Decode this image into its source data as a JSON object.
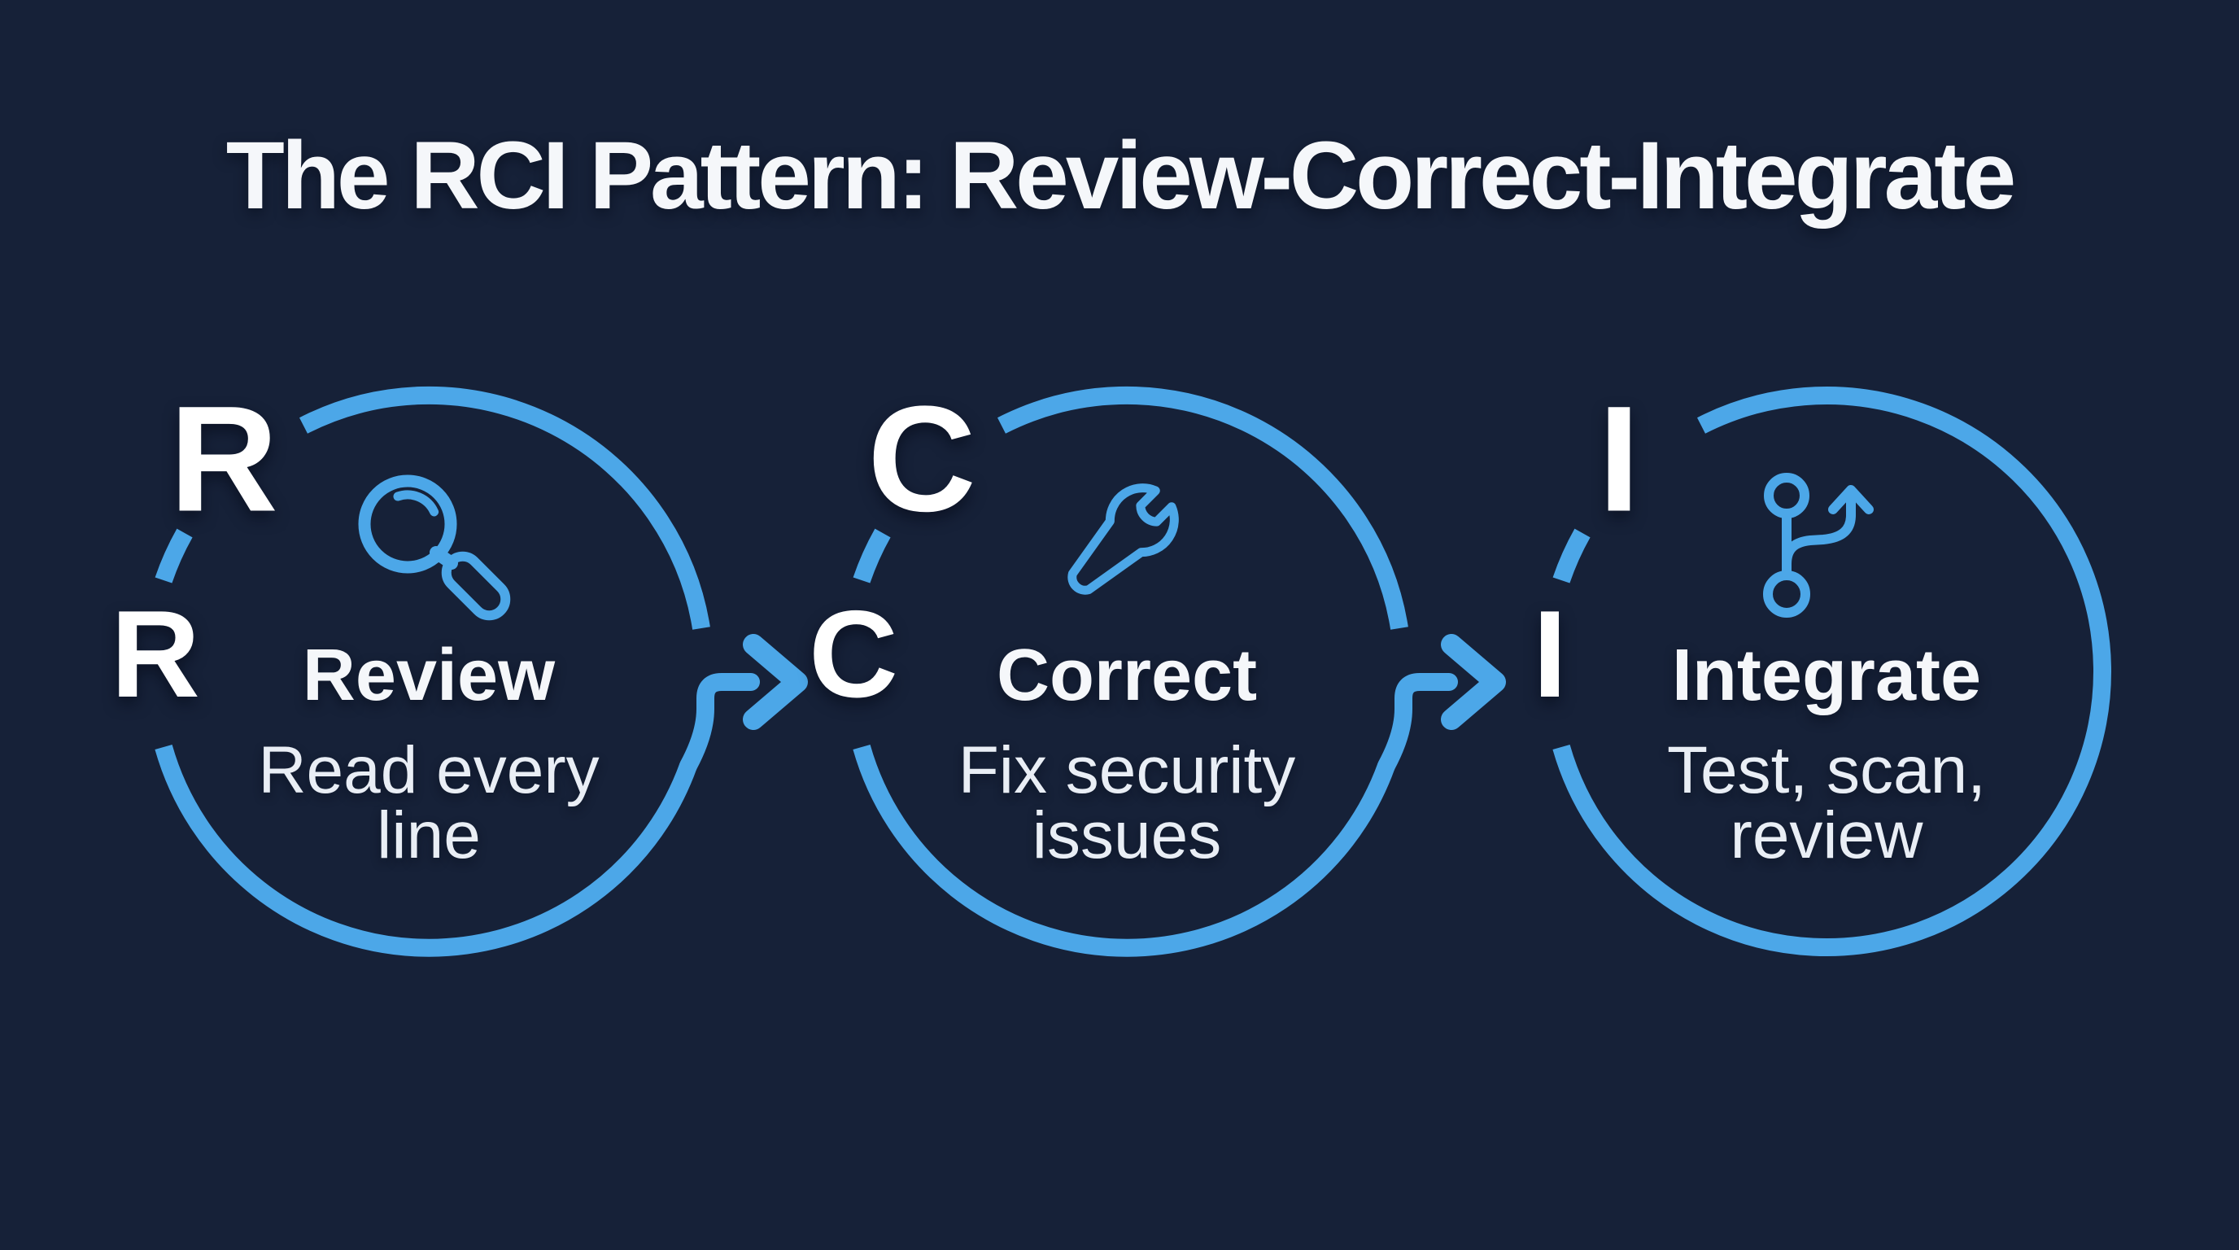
{
  "title": "The RCI Pattern: Review-Correct-Integrate",
  "colors": {
    "background": "#162138",
    "accent": "#4CA7E8",
    "heading": "#F5F7FA",
    "text": "#E9EEF5"
  },
  "steps": [
    {
      "letter": "R",
      "label": "Review",
      "desc_line1": "Read every",
      "desc_line2": "line",
      "icon": "magnifier-icon"
    },
    {
      "letter": "C",
      "label": "Correct",
      "desc_line1": "Fix security",
      "desc_line2": "issues",
      "icon": "wrench-icon"
    },
    {
      "letter": "I",
      "label": "Integrate",
      "desc_line1": "Test, scan,",
      "desc_line2": "review",
      "icon": "git-branch-icon"
    }
  ],
  "arrows": [
    {
      "icon": "arrow-right-icon"
    },
    {
      "icon": "arrow-right-icon"
    }
  ]
}
